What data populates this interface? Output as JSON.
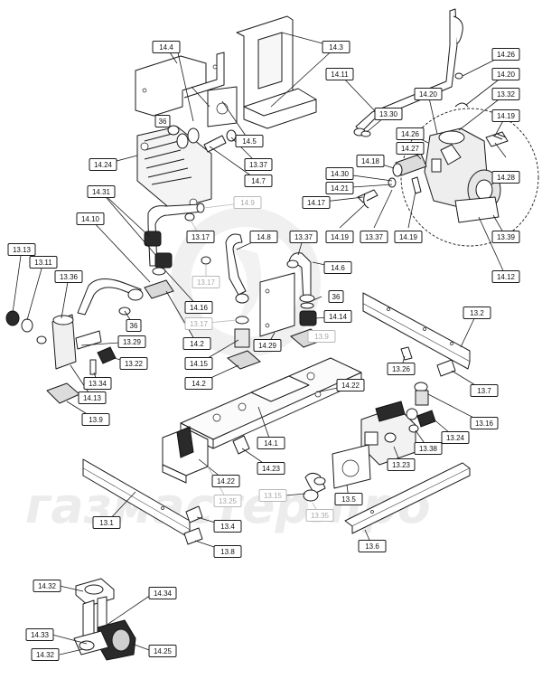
{
  "watermark": {
    "text": "газмастер.про"
  },
  "labels": [
    "14.4",
    "14.3",
    "14.26",
    "14.11",
    "14.20",
    "14.20",
    "13.32",
    "13.30",
    "14.19",
    "14.26",
    "36",
    "14.27",
    "14.5",
    "14.24",
    "13.37",
    "14.7",
    "14.18",
    "14.30",
    "14.21",
    "14.17",
    "14.28",
    "13.37",
    "14.19",
    "14.19",
    "14.9",
    "14.31",
    "14.10",
    "13.17",
    "14.8",
    "13.37",
    "13.39",
    "14.12",
    "13.13",
    "13.11",
    "13.36",
    "13.17",
    "14.6",
    "36",
    "14.14",
    "14.29",
    "13.9",
    "14.16",
    "13.2",
    "13.17",
    "36",
    "14.2",
    "13.29",
    "14.15",
    "13.26",
    "13.22",
    "13.34",
    "14.2",
    "13.7",
    "14.13",
    "14.22",
    "13.9",
    "13.16",
    "14.1",
    "13.24",
    "13.38",
    "14.22",
    "14.23",
    "13.23",
    "13.25",
    "13.15",
    "13.5",
    "13.35",
    "13.1",
    "13.4",
    "13.6",
    "13.8",
    "14.32",
    "14.34",
    "14.33",
    "14.32",
    "14.25"
  ]
}
